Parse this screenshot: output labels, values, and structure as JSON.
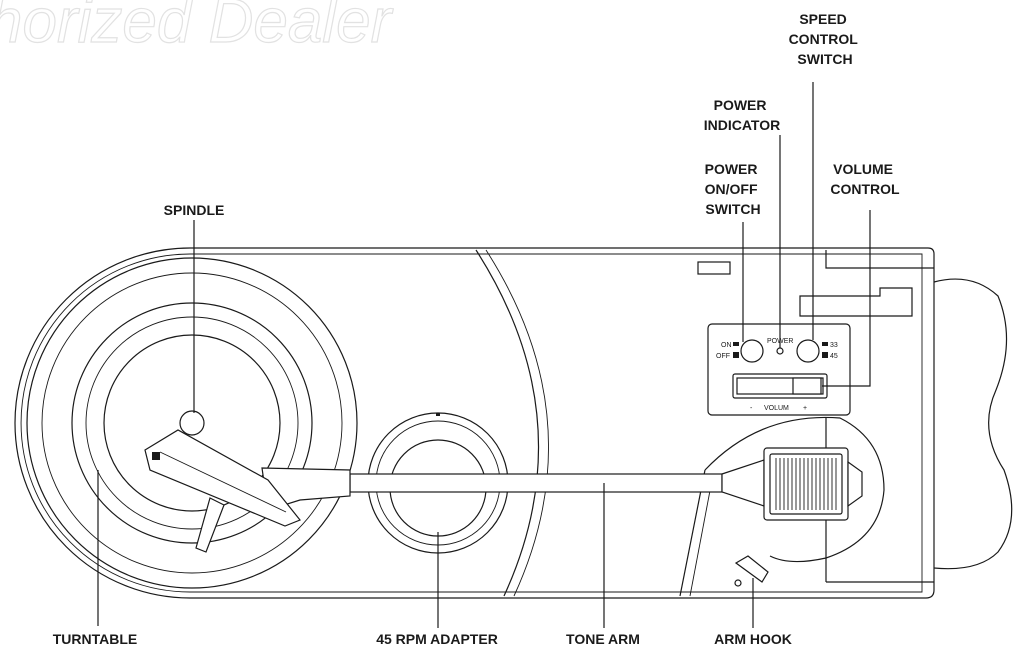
{
  "watermark": "horized Dealer",
  "labels": {
    "speed_control_switch": [
      "SPEED",
      "CONTROL",
      "SWITCH"
    ],
    "power_indicator": [
      "POWER",
      "INDICATOR"
    ],
    "power_switch": [
      "POWER",
      "ON/OFF",
      "SWITCH"
    ],
    "volume_control": [
      "VOLUME",
      "CONTROL"
    ],
    "spindle": "SPINDLE",
    "turntable": "TURNTABLE",
    "adapter": "45 RPM ADAPTER",
    "tone_arm": "TONE ARM",
    "arm_hook": "ARM HOOK"
  },
  "panel": {
    "on": "ON",
    "off": "OFF",
    "power": "POWER",
    "speed_33": "33",
    "speed_45": "45",
    "volume_minus": "-",
    "volume_word": "VOLUM",
    "volume_plus": "+"
  }
}
